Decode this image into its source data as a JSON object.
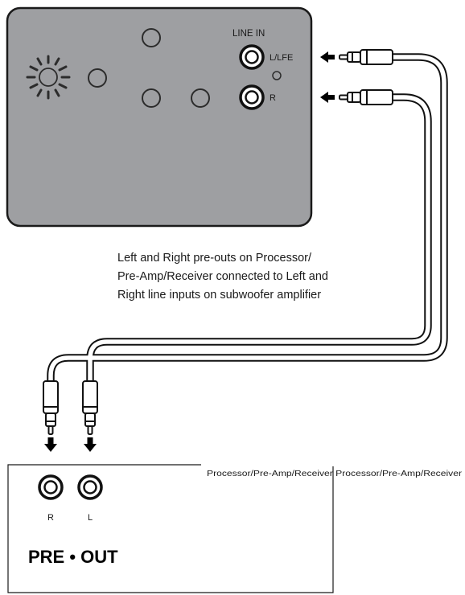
{
  "subwoofer_panel": {
    "line_in_label": "LINE IN",
    "left_jack_label": "L/LFE",
    "right_jack_label": "R",
    "panel_color": "#9e9fa2"
  },
  "caption": {
    "line1": "Left and Right pre-outs on Processor/",
    "line2": "Pre-Amp/Receiver connected to Left and",
    "line3": "Right line inputs on subwoofer amplifier"
  },
  "processor": {
    "device_label": "Processor/Pre-Amp/Receiver Processor/Pre-Amp/Receiver",
    "right_jack_label": "R",
    "left_jack_label": "L",
    "preout_label": "PRE • OUT"
  }
}
